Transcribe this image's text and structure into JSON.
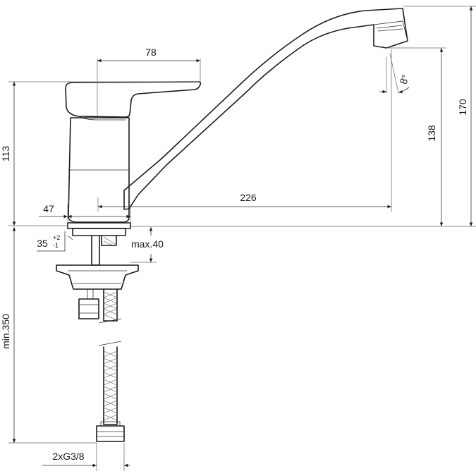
{
  "dimensions": {
    "handle_length": "78",
    "body_height": "113",
    "base_width": "47",
    "spout_reach": "226",
    "spout_angle": "8°",
    "outlet_height": "138",
    "total_height": "170",
    "hole_diameter": "35",
    "hole_tol_upper": "+2",
    "hole_tol_lower": "-1",
    "max_deck": "max.40",
    "hose_length": "min.350",
    "connection": "2xG3/8"
  },
  "colors": {
    "line": "#1a1a1a",
    "background": "#ffffff"
  }
}
